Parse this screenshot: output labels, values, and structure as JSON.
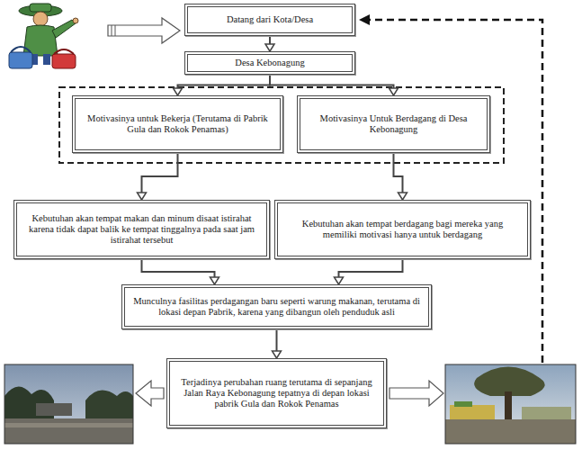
{
  "diagram": {
    "nodes": [
      {
        "text": [
          "Datang dari Kota/Desa"
        ]
      },
      {
        "text": [
          "Desa Kebonagung"
        ]
      },
      {
        "text": [
          "Motivasinya untuk Bekerja (Terutama di Pabrik Gula dan Rokok Penamas)"
        ]
      },
      {
        "text": [
          "Motivasinya Untuk Berdagang di Desa Kebonagung"
        ]
      },
      {
        "text": [
          "Kebutuhan akan tempat makan dan minum disaat istirahat karena tidak dapat balik ke tempat tinggalnya pada saat jam istirahat tersebut"
        ]
      },
      {
        "text": [
          "Kebutuhan akan tempat berdagang bagi mereka yang memiliki motivasi hanya untuk berdagang"
        ]
      },
      {
        "text": [
          "Munculnya fasilitas perdagangan baru seperti warung makanan, terutama di lokasi depan Pabrik, karena yang dibangun oleh penduduk asli"
        ]
      },
      {
        "text": [
          "Terjadinya perubahan ruang terutama di sepanjang Jalan Raya Kebonagung tepatnya di depan lokasi pabrik Gula dan Rokok Penamas"
        ]
      }
    ],
    "edges": [
      {
        "from": 0,
        "to": 1,
        "arrow": "to"
      },
      {
        "from": 1,
        "to": 2,
        "arrow": "to"
      },
      {
        "from": 1,
        "to": 3,
        "arrow": "to"
      },
      {
        "from": 2,
        "to": 4,
        "arrow": "to"
      },
      {
        "from": 3,
        "to": 5,
        "arrow": "to"
      },
      {
        "from": 4,
        "to": 6,
        "arrow": "to"
      },
      {
        "from": 5,
        "to": 6,
        "arrow": "to"
      },
      {
        "from": 6,
        "to": 7,
        "arrow": "to"
      }
    ]
  }
}
